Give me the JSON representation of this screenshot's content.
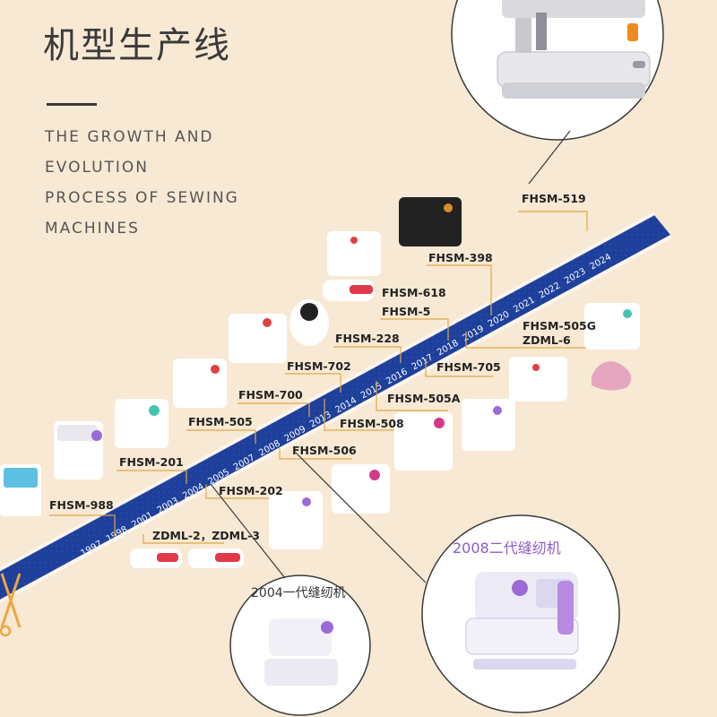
{
  "title": "机型生产线",
  "subtitle": [
    "THE GROWTH AND",
    "EVOLUTION",
    "PROCESS OF SEWING",
    "MACHINES"
  ],
  "years": [
    "1997",
    "1998",
    "2001",
    "2003",
    "2004",
    "2005",
    "2007",
    "2008",
    "2009",
    "2013",
    "2014",
    "2015",
    "2016",
    "2017",
    "2018",
    "2019",
    "2020",
    "2021",
    "2022",
    "2023",
    "2024"
  ],
  "models": {
    "fhsm_988": "FHSM-988",
    "fhsm_201": "FHSM-201",
    "fhsm_505": "FHSM-505",
    "fhsm_700": "FHSM-700",
    "fhsm_702": "FHSM-702",
    "fhsm_228": "FHSM-228",
    "fhsm_5": "FHSM-5",
    "fhsm_618": "FHSM-618",
    "fhsm_398": "FHSM-398",
    "fhsm_519": "FHSM-519",
    "fhsm_202": "FHSM-202",
    "zdml": "ZDML-2，ZDML-3",
    "fhsm_506": "FHSM-506",
    "fhsm_508": "FHSM-508",
    "fhsm_505a": "FHSM-505A",
    "fhsm_705": "FHSM-705",
    "fhsm_505g": "FHSM-505G",
    "zdml_6": "ZDML-6"
  },
  "callouts": {
    "gen2008": "2008二代缝纫机",
    "gen2004": "2004一代缝纫机"
  },
  "colors": {
    "background": "#f8e9d4",
    "timeline_band": "#1e3f9a",
    "leader_line": "#e0a845",
    "callout_purple": "#8a5cc8"
  }
}
